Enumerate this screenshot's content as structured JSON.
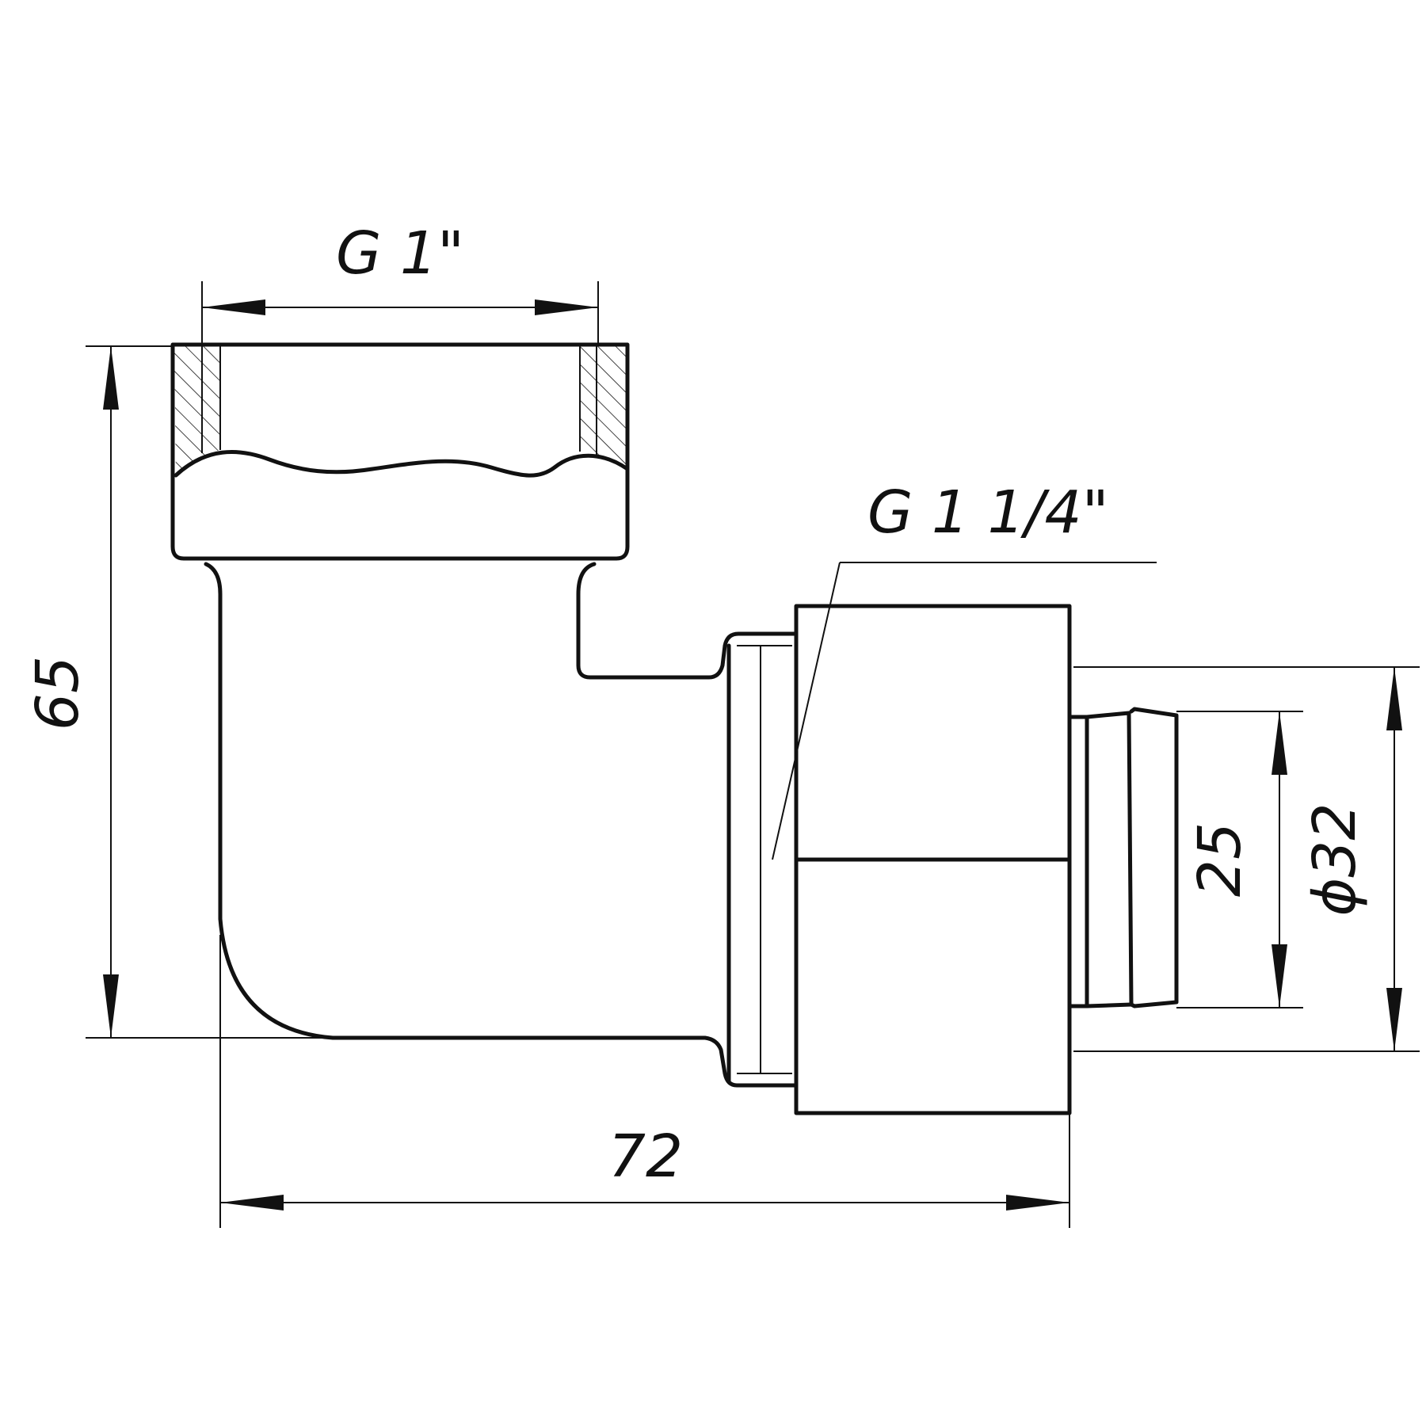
{
  "drawing": {
    "dimensions": {
      "top_thread": "G 1\"",
      "side_thread": "G 1 1/4\"",
      "height": "65",
      "length": "72",
      "inner_diameter": "25",
      "outer_diameter": "ϕ32"
    }
  }
}
